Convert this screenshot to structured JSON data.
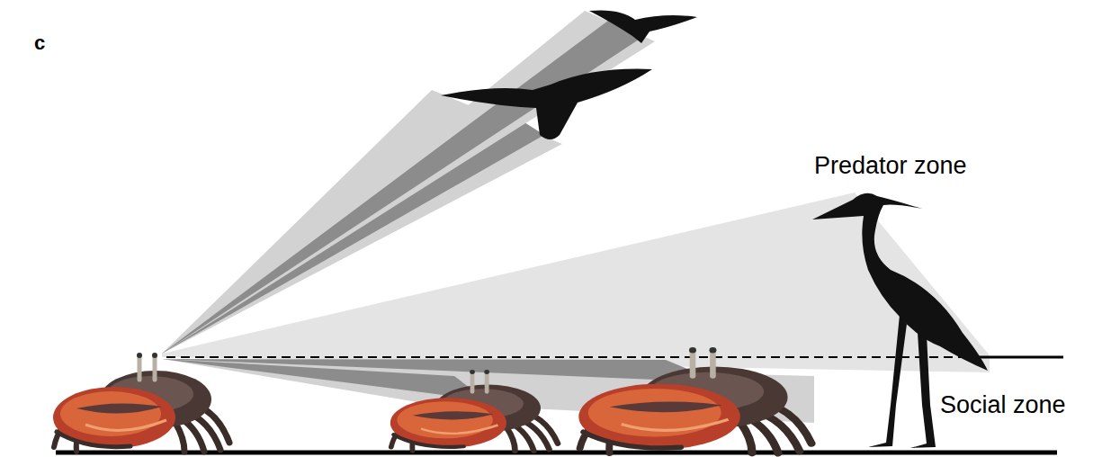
{
  "diagram": {
    "labels": [
      "c",
      "Predator zone",
      "Social zone"
    ]
  }
}
